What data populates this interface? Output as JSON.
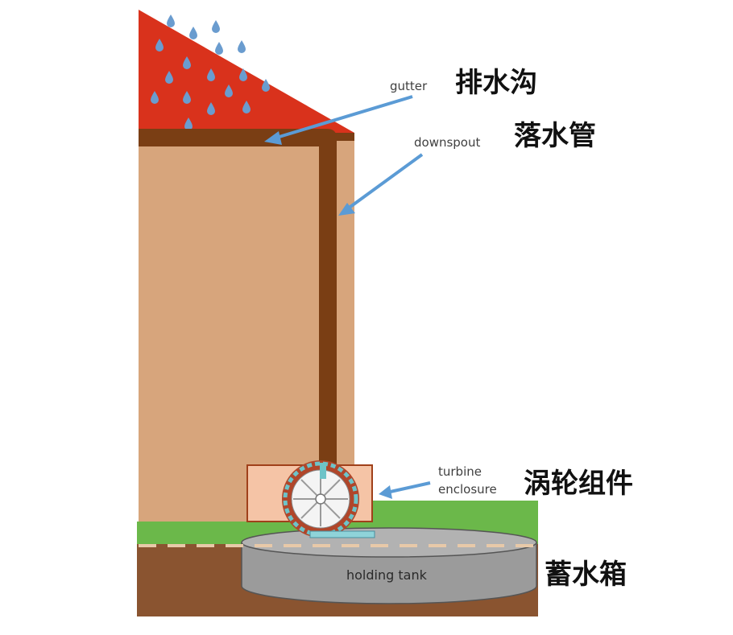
{
  "labels": {
    "gutter_en": "gutter",
    "gutter_cn": "排水沟",
    "downspout_en": "downspout",
    "downspout_cn": "落水管",
    "turbine_en_line1": "turbine",
    "turbine_en_line2": "enclosure",
    "turbine_cn": "涡轮组件",
    "tank_en": "holding tank",
    "tank_cn": "蓄水箱"
  },
  "colors": {
    "roof": "#d9321c",
    "wall": "#d7a57c",
    "pipe": "#7a3e14",
    "grass": "#6bb84a",
    "soil": "#8a5430",
    "tank": "#a0a0a0",
    "enclosure": "#f5c4a6",
    "enclosure_border": "#a0401a",
    "arrow": "#5b9bd5",
    "raindrop": "#6a9ccf"
  }
}
